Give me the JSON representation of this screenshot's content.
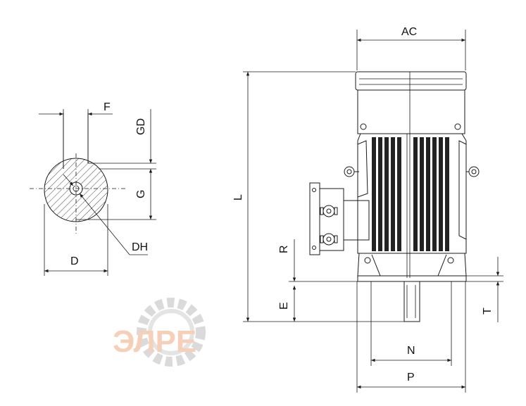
{
  "labels": {
    "F": "F",
    "GD": "GD",
    "G": "G",
    "D": "D",
    "DH": "DH",
    "L": "L",
    "AC": "AC",
    "R": "R",
    "E": "E",
    "T": "T",
    "N": "N",
    "P": "P"
  },
  "watermark": {
    "text": "ЭЛРЕ",
    "gear_color": "#bdbdbd",
    "letter_color": "#f0a880"
  }
}
